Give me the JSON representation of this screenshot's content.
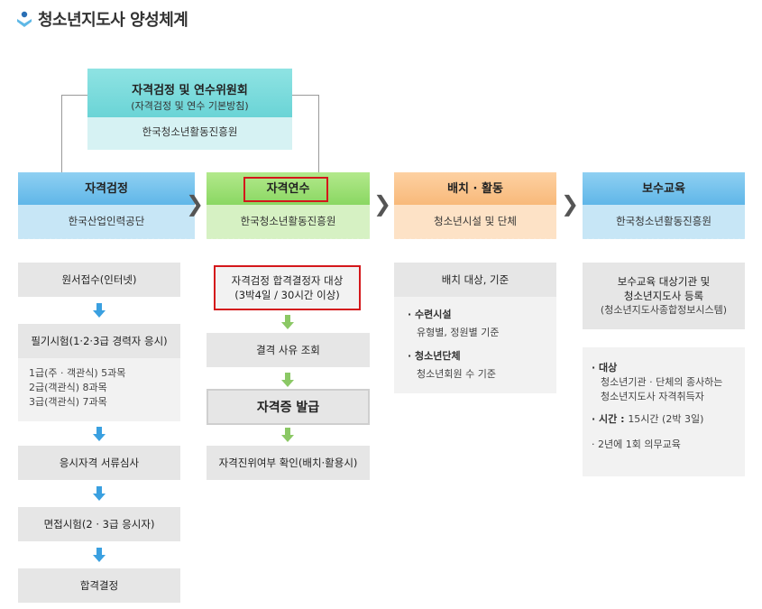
{
  "page": {
    "title": "청소년지도사 양성체계"
  },
  "committee": {
    "title": "자격검정 및 연수위원회",
    "subtitle": "(자격검정 및 연수 기본방침)",
    "org": "한국청소년활동진흥원"
  },
  "stages": [
    {
      "title": "자격검정",
      "org": "한국산업인력공단"
    },
    {
      "title": "자격연수",
      "org": "한국청소년활동진흥원"
    },
    {
      "title": "배치 · 활동",
      "org": "청소년시설 및 단체"
    },
    {
      "title": "보수교육",
      "org": "한국청소년활동진흥원"
    }
  ],
  "chevron": "❯",
  "exam": {
    "step1": "원서접수(인터넷)",
    "step2": "필기시험(1·2·3급 경력자 응시)",
    "step2_detail": [
      "1급(주 · 객관식) 5과목",
      "2급(객관식) 8과목",
      "3급(객관식) 7과목"
    ],
    "step3": "응시자격 서류심사",
    "step4": "면접시험(2 · 3급 응시자)",
    "step5": "합격결정"
  },
  "training": {
    "step1_line1": "자격검정 합격결정자 대상",
    "step1_line2": "(3박4일 / 30시간 이상)",
    "step2": "결격 사유 조회",
    "step3": "자격증 발급",
    "step4": "자격진위여부 확인(배치·활용시)"
  },
  "placement": {
    "header": "배치 대상, 기준",
    "item1_title": "· 수련시설",
    "item1_detail": "유형별, 정원별 기준",
    "item2_title": "· 청소년단체",
    "item2_detail": "청소년회원 수 기준"
  },
  "continuing": {
    "header_line1": "보수교육 대상기관 및",
    "header_line2": "청소년지도사 등록",
    "header_line3": "(청소년지도사종합정보시스템)",
    "item1_title": "· 대상",
    "item1_line1": "청소년기관 · 단체의 종사하는",
    "item1_line2": "청소년지도사 자격취득자",
    "item2_label": "· 시간 : ",
    "item2_value": "15시간 (2박 3일)",
    "item3": "· 2년에 1회 의무교육"
  },
  "colors": {
    "blue": "#5fb6e8",
    "green": "#8ad762",
    "orange": "#f8b97a",
    "teal": "#6ad4d6",
    "highlight": "#d4171b"
  }
}
